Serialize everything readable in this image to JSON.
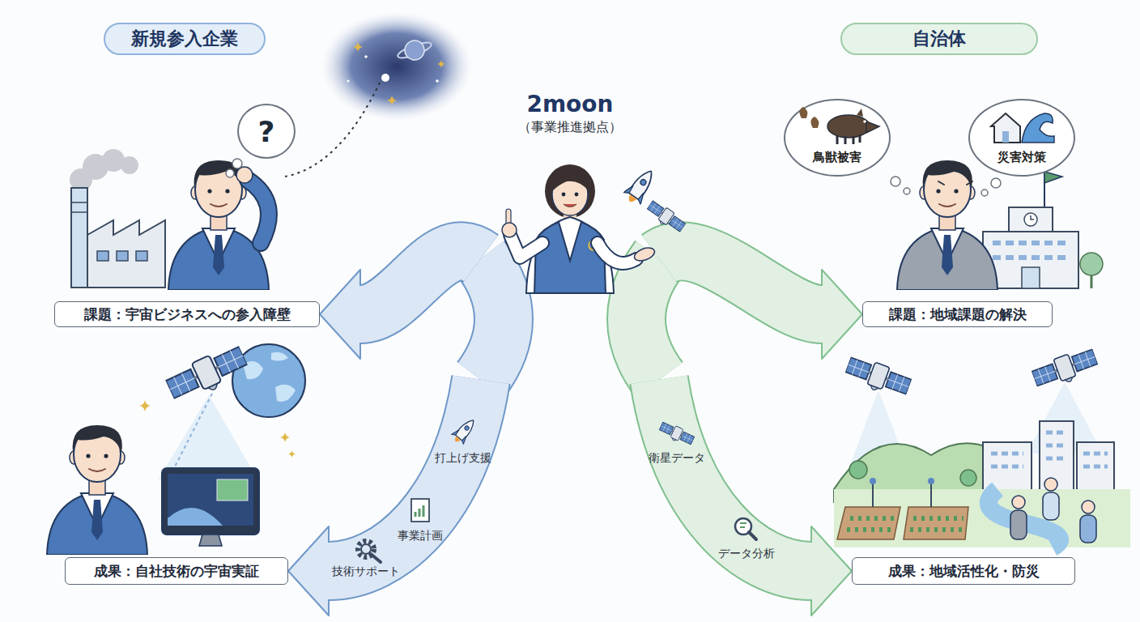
{
  "diagram": {
    "nodes": [
      {
        "text": [
          "新規参入企業"
        ]
      },
      {
        "text": [
          "2moon",
          "（事業推進拠点）"
        ]
      },
      {
        "text": [
          "自治体"
        ]
      },
      {
        "text": [
          "?"
        ]
      },
      {
        "text": [
          "鳥獣被害"
        ]
      },
      {
        "text": [
          "災害対策"
        ]
      },
      {
        "text": [
          "課題：宇宙ビジネスへの参入障壁"
        ]
      },
      {
        "text": [
          "課題：地域課題の解決"
        ]
      },
      {
        "text": [
          "成果：自社技術の宇宙実証"
        ]
      },
      {
        "text": [
          "成果：地域活性化・防災"
        ]
      }
    ],
    "edges": [
      {
        "from": 1,
        "to": 6,
        "arrow": "to"
      },
      {
        "from": 1,
        "to": 8,
        "arrow": "to"
      },
      {
        "from": 1,
        "to": 7,
        "arrow": "to"
      },
      {
        "from": 1,
        "to": 9,
        "arrow": "to"
      }
    ],
    "labels": [
      "技術サポート",
      "事業計画",
      "打上げ支援",
      "衛星データ",
      "データ分析"
    ]
  }
}
